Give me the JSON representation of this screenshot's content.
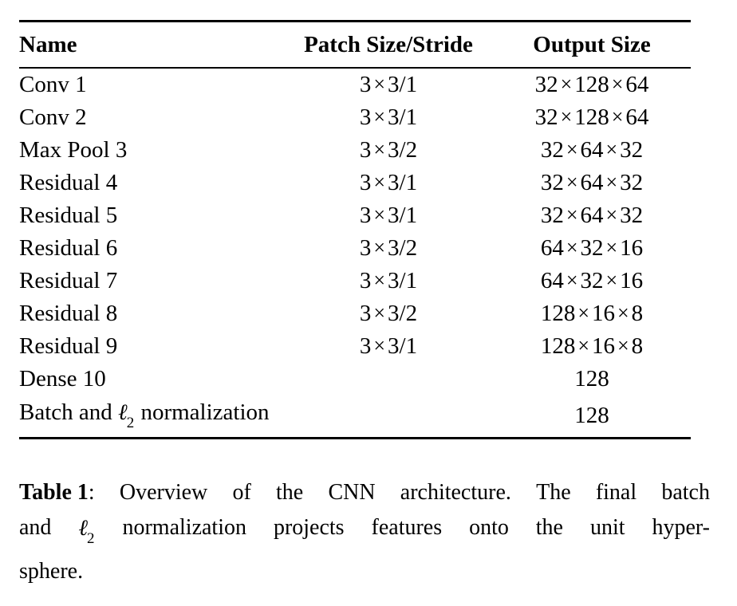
{
  "document": {
    "type": "paper-table-figure",
    "background_color": "#ffffff",
    "text_color": "#000000"
  },
  "table": {
    "columns": [
      {
        "key": "name",
        "label": "Name",
        "align": "left"
      },
      {
        "key": "patch",
        "label": "Patch Size/Stride",
        "align": "center"
      },
      {
        "key": "output",
        "label": "Output Size",
        "align": "center"
      }
    ],
    "rows": [
      {
        "name": "Conv 1",
        "patch_k": "3",
        "patch_sep": "×",
        "patch_v": "3/1",
        "patch": "3 × 3/1",
        "output": "32 × 128 × 64",
        "output_parts": [
          "32",
          "128",
          "64"
        ]
      },
      {
        "name": "Conv 2",
        "patch_k": "3",
        "patch_sep": "×",
        "patch_v": "3/1",
        "patch": "3 × 3/1",
        "output": "32 × 128 × 64",
        "output_parts": [
          "32",
          "128",
          "64"
        ]
      },
      {
        "name": "Max Pool 3",
        "patch_k": "3",
        "patch_sep": "×",
        "patch_v": "3/2",
        "patch": "3 × 3/2",
        "output": "32 × 64 × 32",
        "output_parts": [
          "32",
          "64",
          "32"
        ]
      },
      {
        "name": "Residual 4",
        "patch_k": "3",
        "patch_sep": "×",
        "patch_v": "3/1",
        "patch": "3 × 3/1",
        "output": "32 × 64 × 32",
        "output_parts": [
          "32",
          "64",
          "32"
        ]
      },
      {
        "name": "Residual 5",
        "patch_k": "3",
        "patch_sep": "×",
        "patch_v": "3/1",
        "patch": "3 × 3/1",
        "output": "32 × 64 × 32",
        "output_parts": [
          "32",
          "64",
          "32"
        ]
      },
      {
        "name": "Residual 6",
        "patch_k": "3",
        "patch_sep": "×",
        "patch_v": "3/2",
        "patch": "3 × 3/2",
        "output": "64 × 32 × 16",
        "output_parts": [
          "64",
          "32",
          "16"
        ]
      },
      {
        "name": "Residual 7",
        "patch_k": "3",
        "patch_sep": "×",
        "patch_v": "3/1",
        "patch": "3 × 3/1",
        "output": "64 × 32 × 16",
        "output_parts": [
          "64",
          "32",
          "16"
        ]
      },
      {
        "name": "Residual 8",
        "patch_k": "3",
        "patch_sep": "×",
        "patch_v": "3/2",
        "patch": "3 × 3/2",
        "output": "128 × 16 × 8",
        "output_parts": [
          "128",
          "16",
          "8"
        ]
      },
      {
        "name": "Residual 9",
        "patch_k": "3",
        "patch_sep": "×",
        "patch_v": "3/1",
        "patch": "3 × 3/1",
        "output": "128 × 16 × 8",
        "output_parts": [
          "128",
          "16",
          "8"
        ]
      },
      {
        "name": "Dense 10",
        "patch": "",
        "output": "128",
        "output_parts": [
          "128"
        ]
      },
      {
        "name_prefix": "Batch and ",
        "name_math": "ℓ",
        "name_math_sub": "2",
        "name_suffix": " normalization",
        "name": "Batch and ℓ2 normalization",
        "patch": "",
        "output": "128",
        "output_parts": [
          "128"
        ]
      }
    ]
  },
  "caption": {
    "label": "Table 1",
    "separator": ":",
    "text": "Overview of the CNN architecture. The final batch and ℓ2 normalization projects features onto the unit hypersphere.",
    "line1": "Overview of the CNN architecture.  The final batch",
    "line2_a": "and",
    "line2_math": "ℓ",
    "line2_math_sub": "2",
    "line2_b": "normalization projects features onto the unit hyper-",
    "line3": "sphere.",
    "line1_words": [
      "Overview",
      "of",
      "the",
      "CNN",
      "architecture.",
      "The",
      "final",
      "batch"
    ],
    "line2_words": [
      "normalization",
      "projects",
      "features",
      "onto",
      "the",
      "unit",
      "hyper-"
    ]
  }
}
